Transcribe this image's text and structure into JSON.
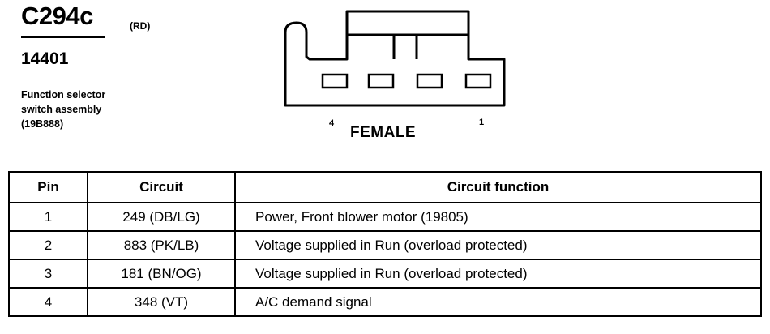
{
  "connector": {
    "id": "C294c",
    "color": "(RD)",
    "part_number": "14401",
    "description_lines": [
      "Function selector",
      "switch assembly",
      "(19B888)"
    ]
  },
  "diagram": {
    "gender": "FEMALE",
    "pin_left": "4",
    "pin_right": "1",
    "pin_cavities": 4
  },
  "table": {
    "headers": {
      "pin": "Pin",
      "circuit": "Circuit",
      "function": "Circuit function"
    },
    "rows": [
      {
        "pin": "1",
        "circuit": "249 (DB/LG)",
        "function": "Power, Front blower motor (19805)"
      },
      {
        "pin": "2",
        "circuit": "883 (PK/LB)",
        "function": "Voltage supplied in Run (overload protected)"
      },
      {
        "pin": "3",
        "circuit": "181 (BN/OG)",
        "function": "Voltage supplied in Run (overload protected)"
      },
      {
        "pin": "4",
        "circuit": "348 (VT)",
        "function": "A/C demand signal"
      }
    ]
  }
}
